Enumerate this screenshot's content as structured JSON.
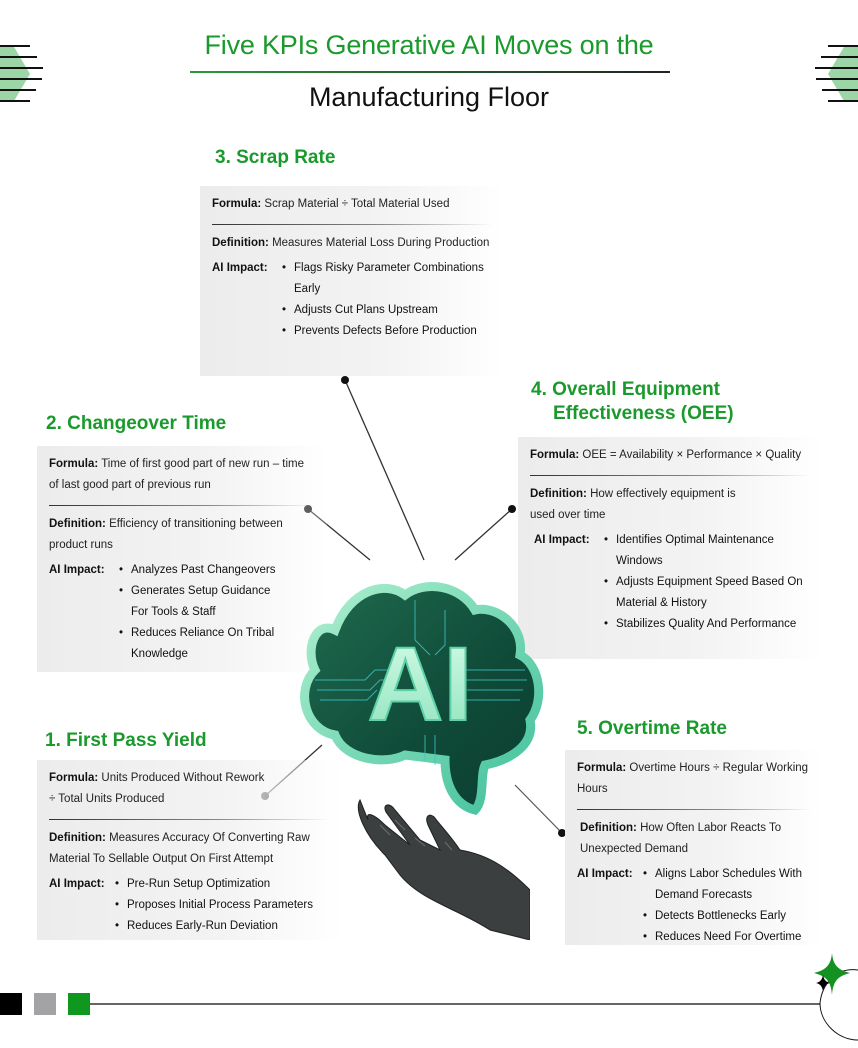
{
  "header": {
    "title_line1": "Five KPIs Generative AI Moves on the",
    "title_line2": "Manufacturing Floor"
  },
  "colors": {
    "accent_green": "#1a9a2c",
    "light_green": "#9dd6a6",
    "text_dark": "#111111",
    "card_bg": "#efefef",
    "footer_black": "#000000",
    "footer_gray": "#a3a3a6",
    "footer_green": "#0f971f"
  },
  "labels": {
    "formula": "Formula:",
    "definition": "Definition:",
    "ai_impact": "AI Impact:"
  },
  "kpis": [
    {
      "title": "1. First Pass Yield",
      "formula": "Units Produced Without Rework ÷ Total Units Produced",
      "definition": "Measures Accuracy Of Converting Raw Material To Sellable Output On First Attempt",
      "impact": [
        "Pre-Run Setup Optimization",
        "Proposes Initial Process Parameters",
        "Reduces Early-Run Deviation"
      ]
    },
    {
      "title": "2. Changeover Time",
      "formula": "Time of first good part of new run – time of last good part of previous run",
      "definition": "Efficiency of transitioning between product runs",
      "impact": [
        "Analyzes Past Changeovers",
        "Generates Setup Guidance For Tools & Staff",
        "Reduces Reliance On Tribal Knowledge"
      ]
    },
    {
      "title": "3. Scrap Rate",
      "formula": "Scrap Material ÷ Total Material Used",
      "definition": "Measures Material Loss During Production",
      "impact": [
        "Flags Risky Parameter Combinations Early",
        "Adjusts Cut Plans Upstream",
        "Prevents Defects Before Production"
      ]
    },
    {
      "title_line1": "4. Overall Equipment",
      "title_line2": "Effectiveness (OEE)",
      "formula": "OEE = Availability × Performance × Quality",
      "definition": "How effectively equipment is used over time",
      "impact": [
        "Identifies Optimal Maintenance Windows",
        "Adjusts Equipment Speed Based On Material & History",
        "Stabilizes Quality And Performance"
      ]
    },
    {
      "title": "5. Overtime Rate",
      "formula": " Overtime Hours ÷ Regular Working Hours",
      "definition": "How Often Labor Reacts To Unexpected Demand",
      "impact": [
        "Aligns Labor Schedules With Demand Forecasts",
        "Detects Bottlenecks Early",
        "Reduces Need For Overtime"
      ]
    }
  ],
  "center_image": {
    "icon": "ai-brain-icon",
    "text": "AI",
    "hand_icon": "robot-hand-icon"
  }
}
